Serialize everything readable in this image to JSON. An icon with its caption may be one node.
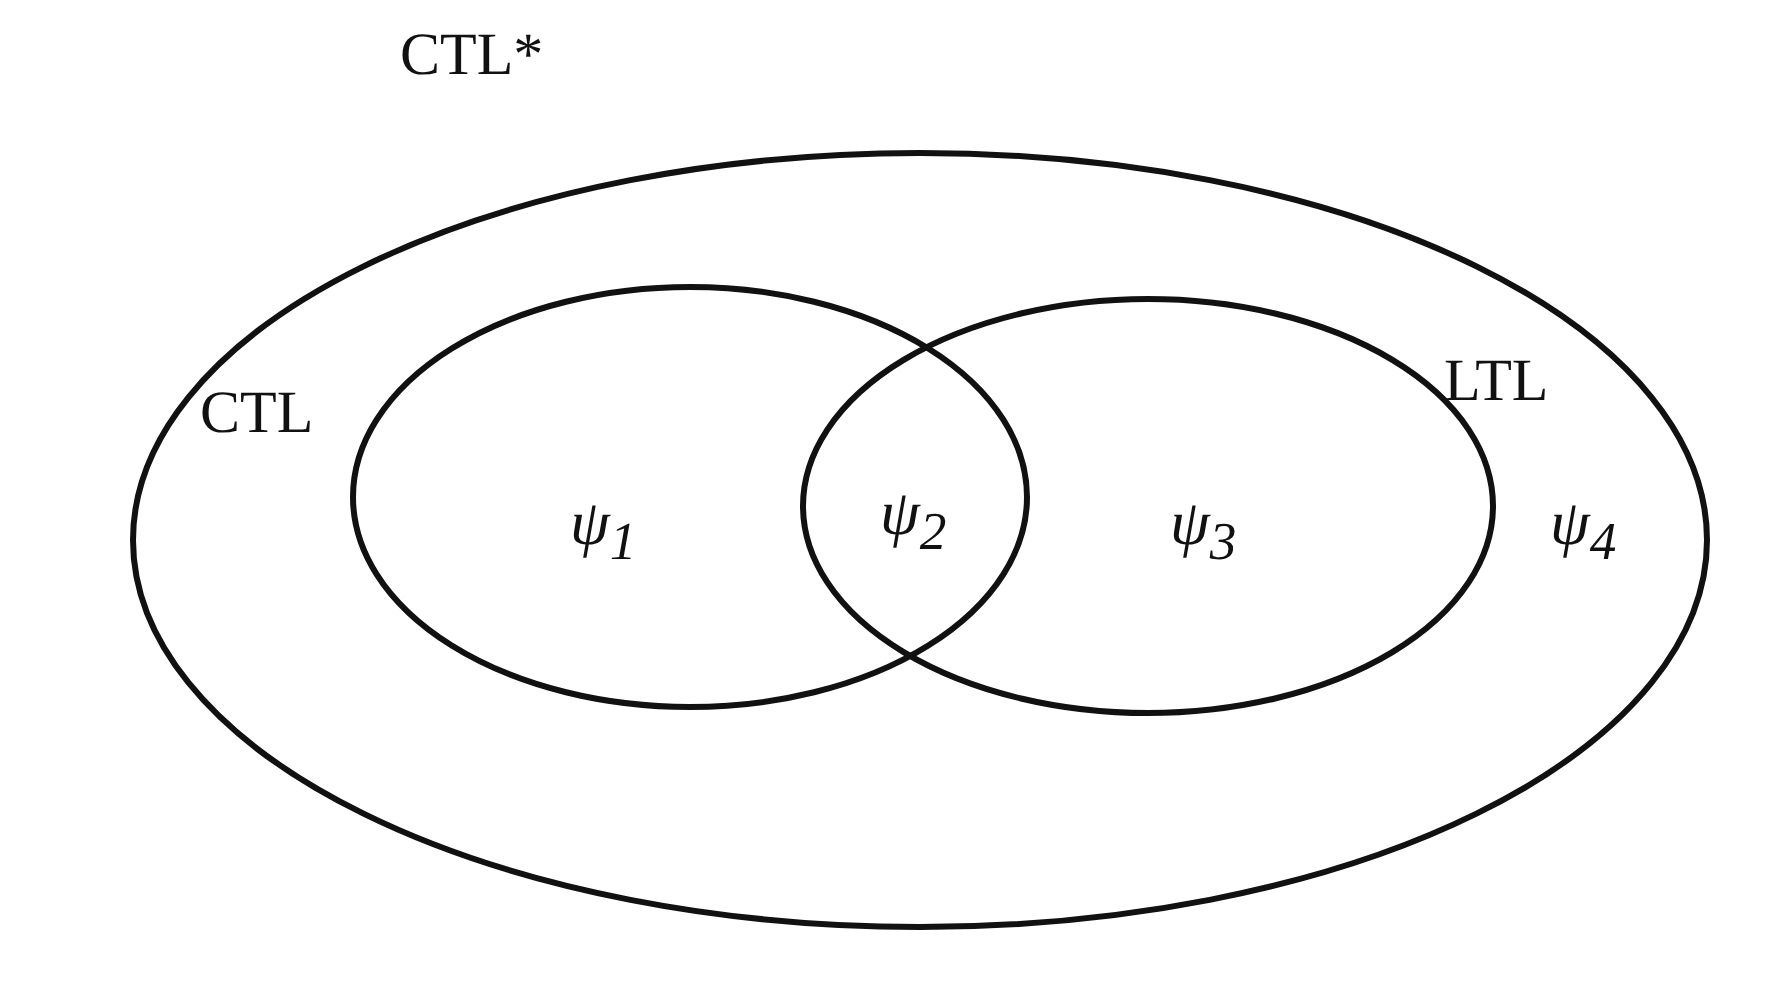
{
  "diagram": {
    "nodes": [
      {
        "text": [
          "CTL*"
        ]
      },
      {
        "text": [
          "CTL"
        ],
        "in": 0
      },
      {
        "text": [
          "LTL"
        ],
        "in": 0
      }
    ],
    "labels": [
      "ψ$_{1}$",
      "ψ$_{2}$",
      "ψ$_{3}$",
      "ψ$_{4}$"
    ]
  }
}
